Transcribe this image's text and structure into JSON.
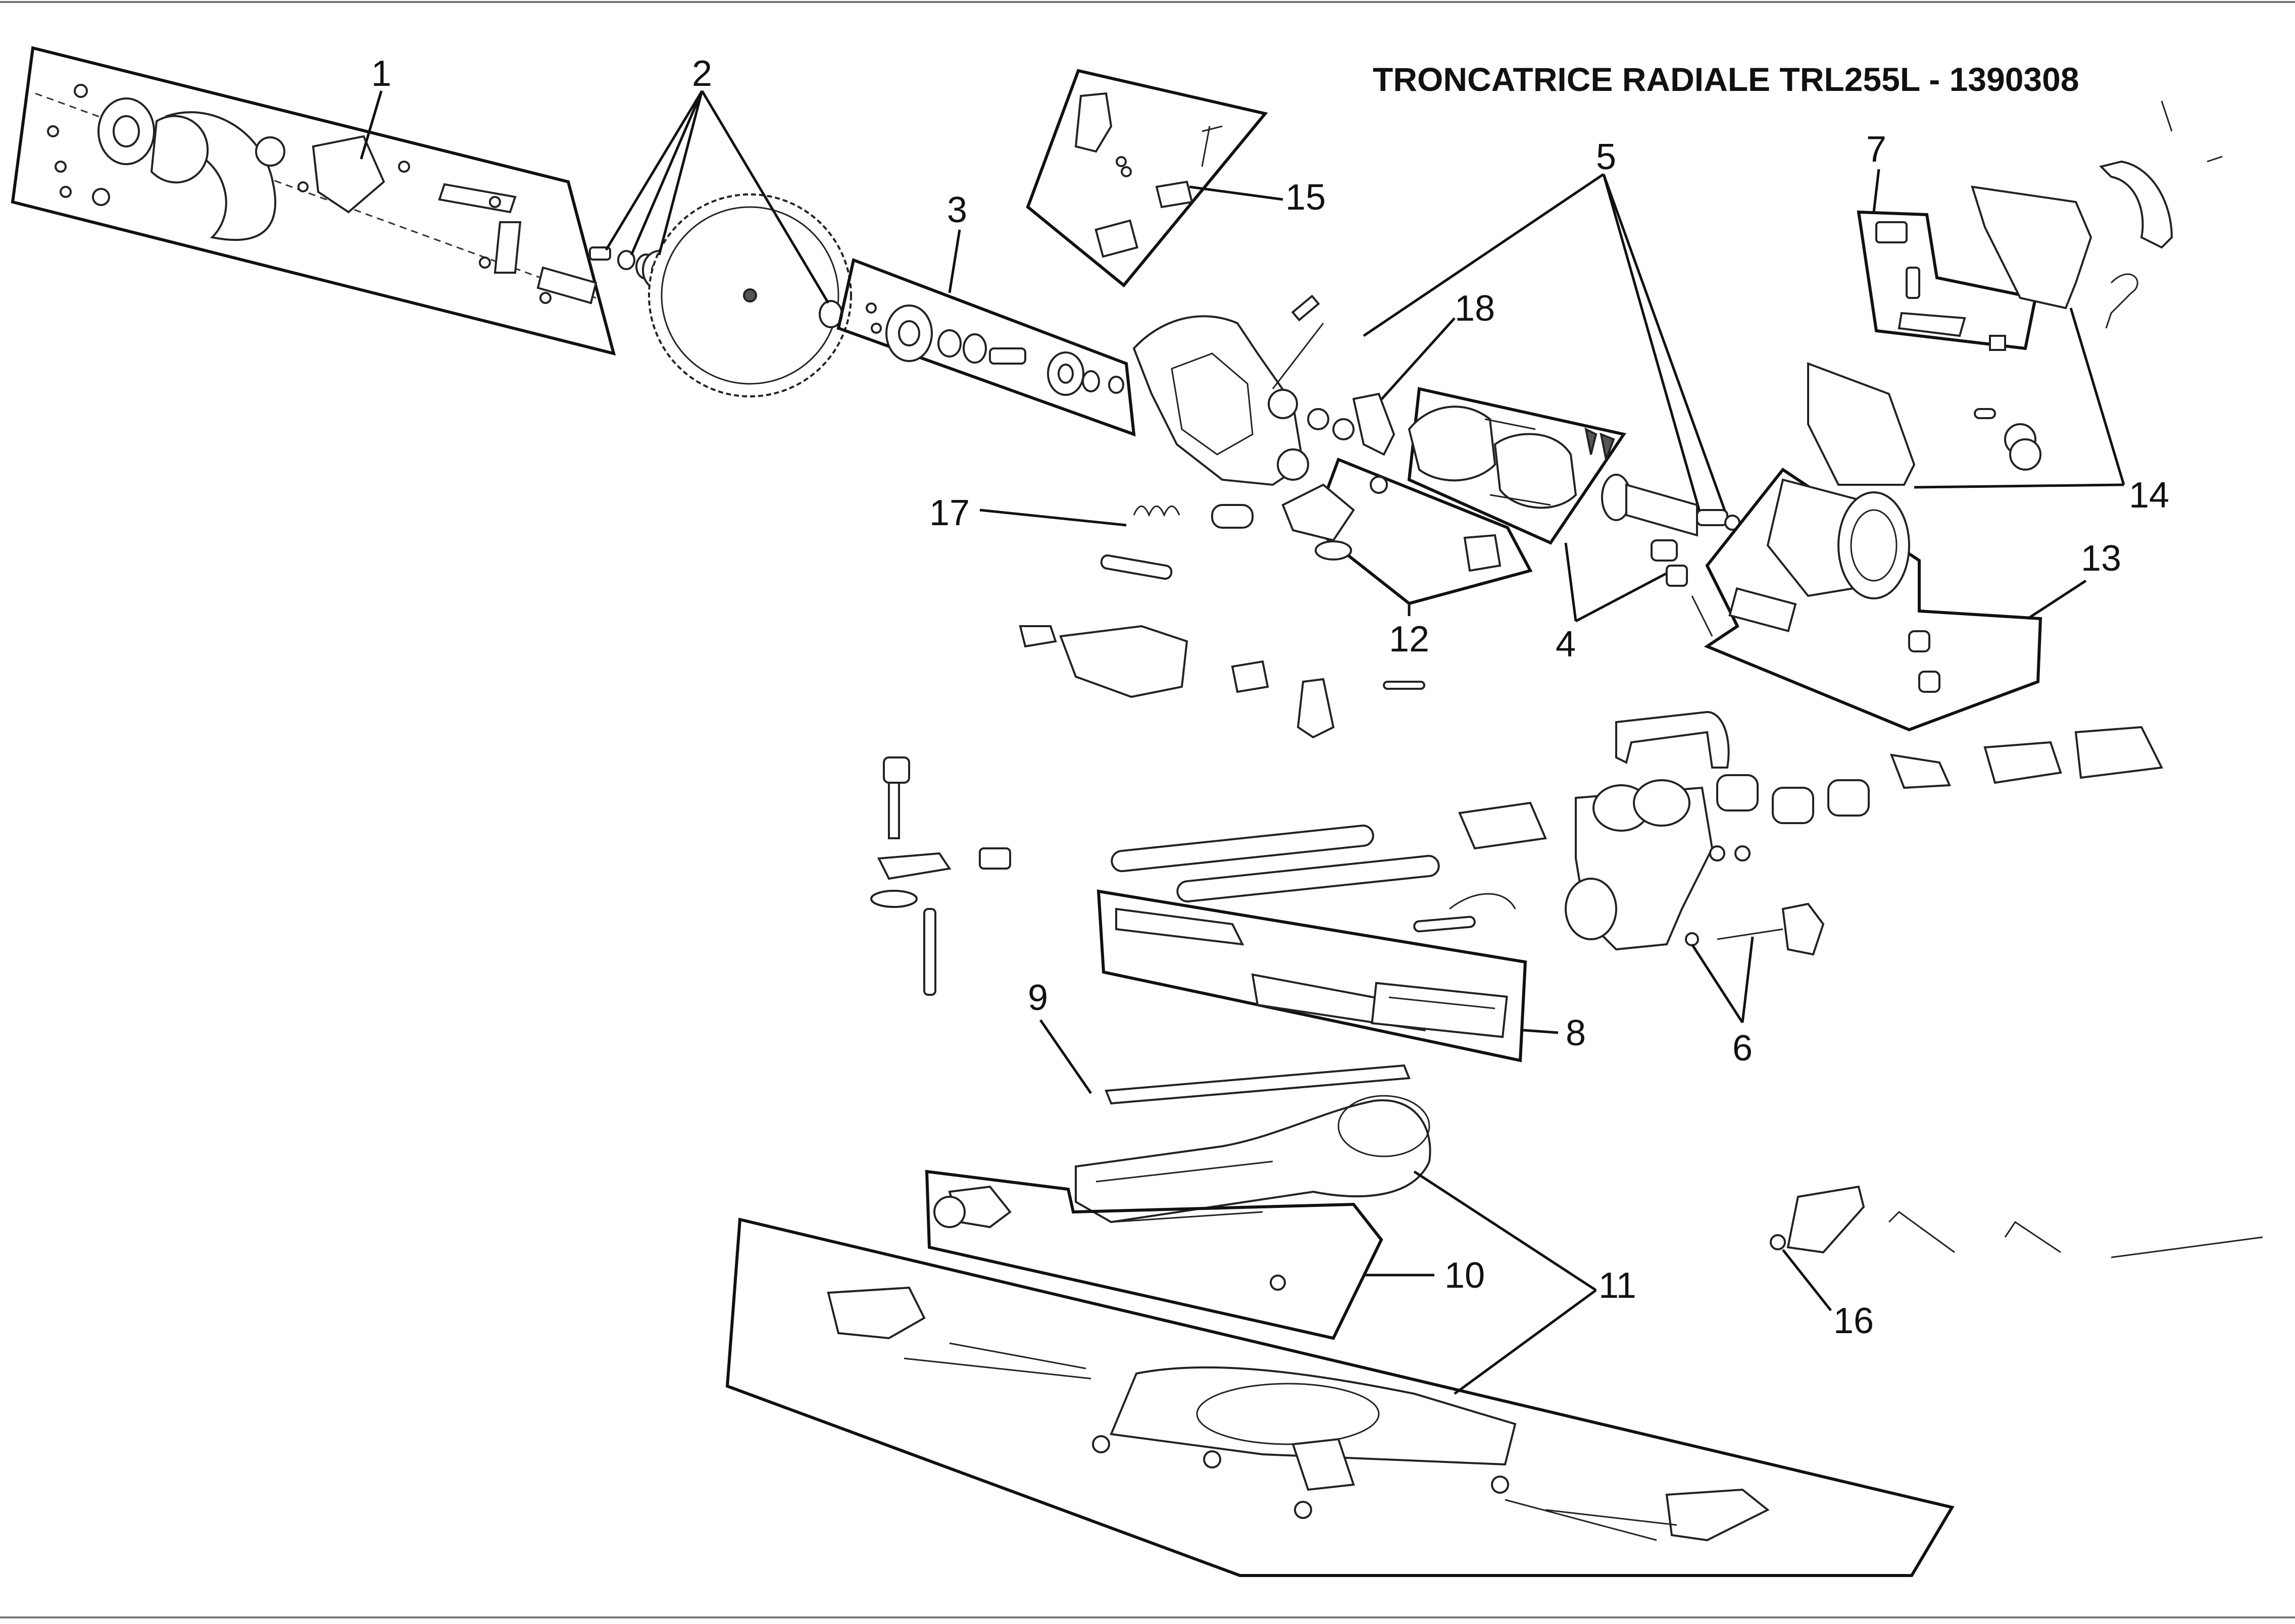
{
  "diagram": {
    "title": "TRONCATRICE RADIALE TRL255L - 1390308",
    "callouts": [
      "1",
      "2",
      "3",
      "4",
      "5",
      "6",
      "7",
      "8",
      "9",
      "10",
      "11",
      "12",
      "13",
      "14",
      "15",
      "16",
      "17",
      "18"
    ]
  }
}
